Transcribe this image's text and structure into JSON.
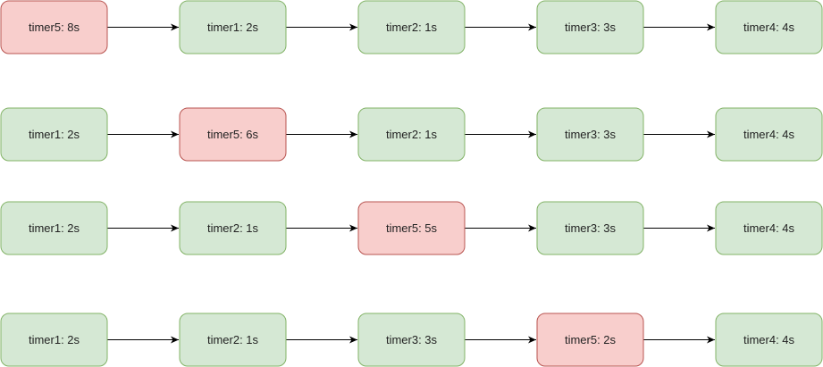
{
  "colors": {
    "normal_fill": "#d5e8d4",
    "normal_stroke": "#82b366",
    "highlight_fill": "#f8cecc",
    "highlight_stroke": "#b85450",
    "edge": "#000000"
  },
  "rows": [
    {
      "nodes": [
        {
          "label": "timer5: 8s",
          "highlight": true
        },
        {
          "label": "timer1: 2s",
          "highlight": false
        },
        {
          "label": "timer2: 1s",
          "highlight": false
        },
        {
          "label": "timer3: 3s",
          "highlight": false
        },
        {
          "label": "timer4: 4s",
          "highlight": false
        }
      ]
    },
    {
      "nodes": [
        {
          "label": "timer1: 2s",
          "highlight": false
        },
        {
          "label": "timer5: 6s",
          "highlight": true
        },
        {
          "label": "timer2: 1s",
          "highlight": false
        },
        {
          "label": "timer3: 3s",
          "highlight": false
        },
        {
          "label": "timer4: 4s",
          "highlight": false
        }
      ]
    },
    {
      "nodes": [
        {
          "label": "timer1: 2s",
          "highlight": false
        },
        {
          "label": "timer2: 1s",
          "highlight": false
        },
        {
          "label": "timer5: 5s",
          "highlight": true
        },
        {
          "label": "timer3: 3s",
          "highlight": false
        },
        {
          "label": "timer4: 4s",
          "highlight": false
        }
      ]
    },
    {
      "nodes": [
        {
          "label": "timer1: 2s",
          "highlight": false
        },
        {
          "label": "timer2: 1s",
          "highlight": false
        },
        {
          "label": "timer3: 3s",
          "highlight": false
        },
        {
          "label": "timer5: 2s",
          "highlight": true
        },
        {
          "label": "timer4: 4s",
          "highlight": false
        }
      ]
    }
  ]
}
